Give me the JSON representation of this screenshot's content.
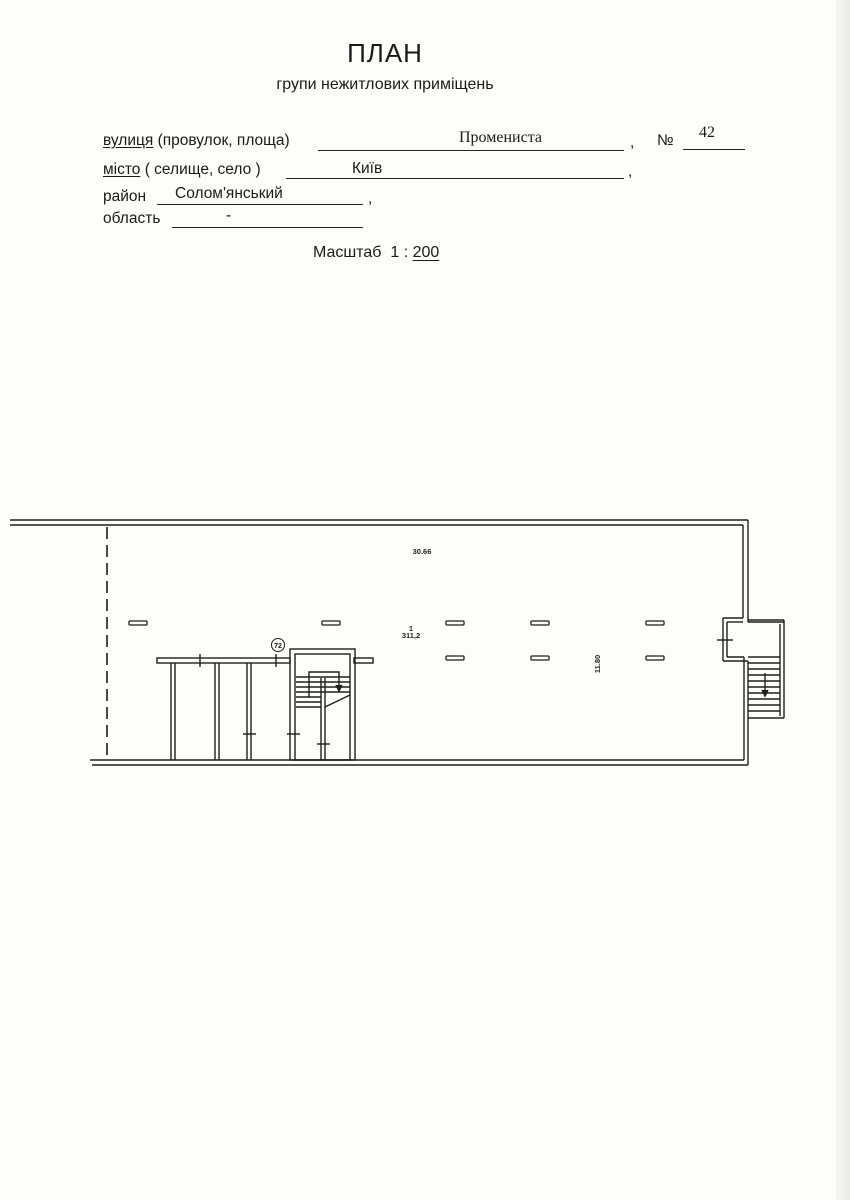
{
  "header": {
    "title": "ПЛАН",
    "subtitle": "групи нежитлових приміщень"
  },
  "address": {
    "street_label_word": "вулиця",
    "street_label_rest": " (провулок, площа)",
    "street_value": "Промениста",
    "number_label": "№",
    "number_value": "42",
    "city_label_word": "місто",
    "city_label_rest": " ( селище, село )",
    "city_value": "Київ",
    "district_label": "район",
    "district_value": "Солом'янський",
    "region_label": "область",
    "region_value": "-",
    "comma": ","
  },
  "scale": {
    "label": "Масштаб",
    "prefix": "1 :",
    "value": "200"
  },
  "plan": {
    "length_dimension": "30.66",
    "width_dimension": "11.80",
    "room_number": "1",
    "room_area": "311,2",
    "marker_label": "72",
    "colors": {
      "line": "#1e1e1e",
      "paper": "#fdfdfc"
    }
  }
}
